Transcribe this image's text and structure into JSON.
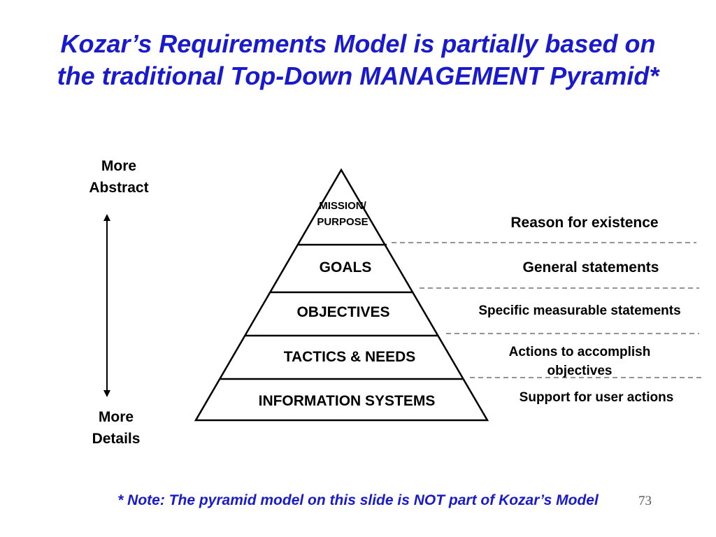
{
  "title": {
    "line1": "Kozar’s Requirements Model is partially based on",
    "line2": "the traditional Top-Down MANAGEMENT Pyramid*"
  },
  "axis": {
    "top_line1": "More",
    "top_line2": "Abstract",
    "bottom_line1": "More",
    "bottom_line2": "Details"
  },
  "pyramid": {
    "layers": [
      {
        "label_line1": "MISSION/",
        "label_line2": "PURPOSE"
      },
      {
        "label": "GOALS"
      },
      {
        "label": "OBJECTIVES"
      },
      {
        "label": "TACTICS & NEEDS"
      },
      {
        "label": "INFORMATION SYSTEMS"
      }
    ]
  },
  "descriptions": {
    "mission": "Reason for existence",
    "goals": "General statements",
    "objectives": "Specific measurable statements",
    "tactics_line1": "Actions to accomplish",
    "tactics_line2": "objectives",
    "info_systems": "Support for user actions"
  },
  "note": "* Note: The pyramid model on this slide is NOT part of Kozar’s Model",
  "page_number": "73",
  "colors": {
    "title": "#1a1acd",
    "lines": "#000000",
    "dashes": "#555555"
  }
}
